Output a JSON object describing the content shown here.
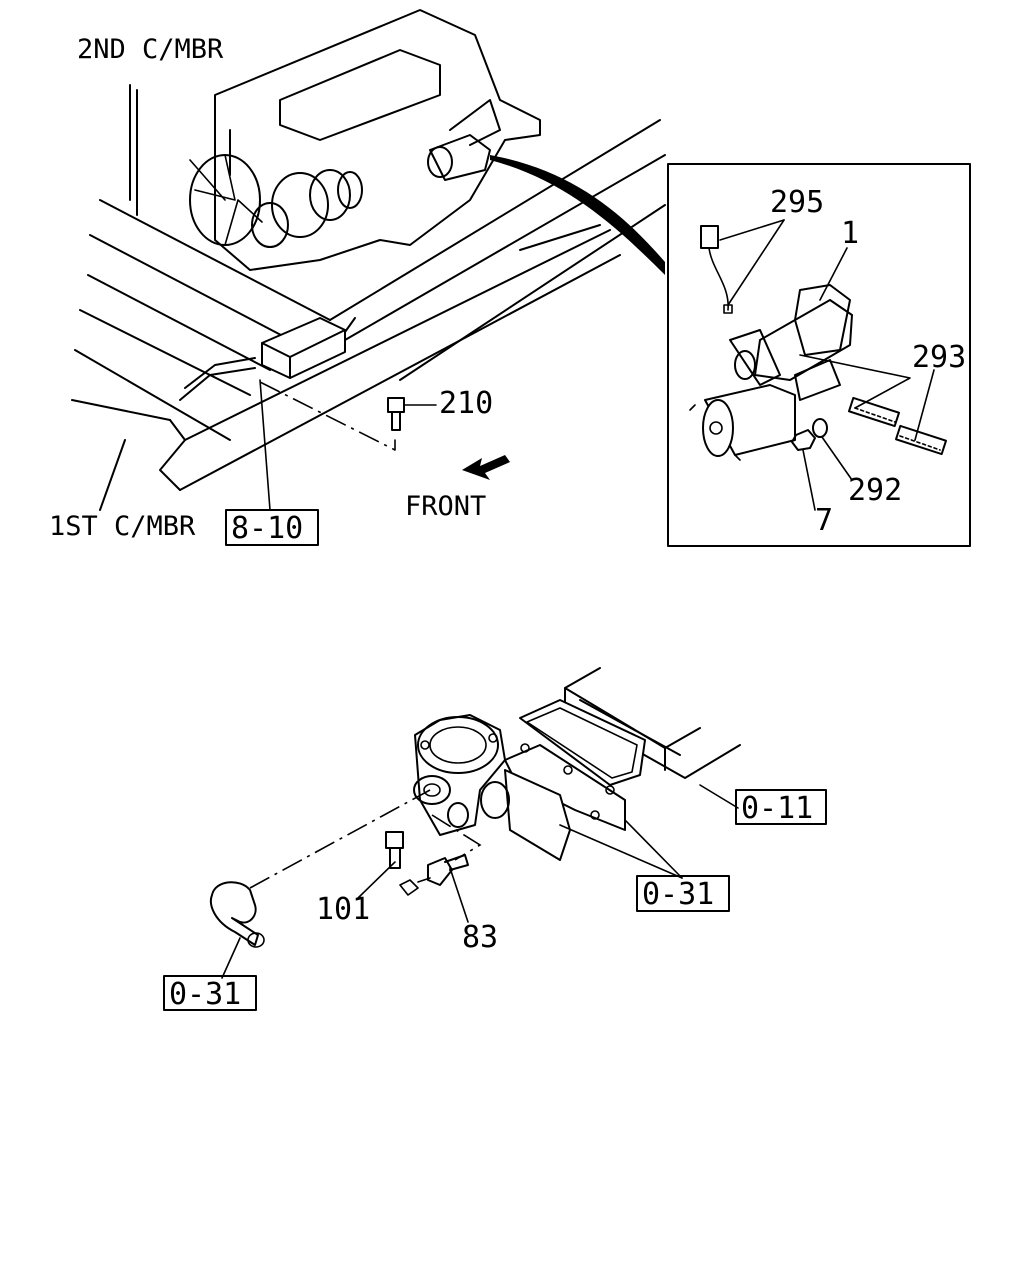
{
  "upper": {
    "second_cross_member": "2ND C/MBR",
    "first_cross_member": "1ST C/MBR",
    "front": "FRONT",
    "ref_frame": "8-10",
    "bolt": "210"
  },
  "detail": {
    "harness": "295",
    "starter": "1",
    "cable": "293",
    "washer": "292",
    "nut": "7"
  },
  "lower": {
    "ref_block": "0-11",
    "ref_gasket": "0-31",
    "ref_pipe": "0-31",
    "bolt": "101",
    "stud": "83"
  }
}
